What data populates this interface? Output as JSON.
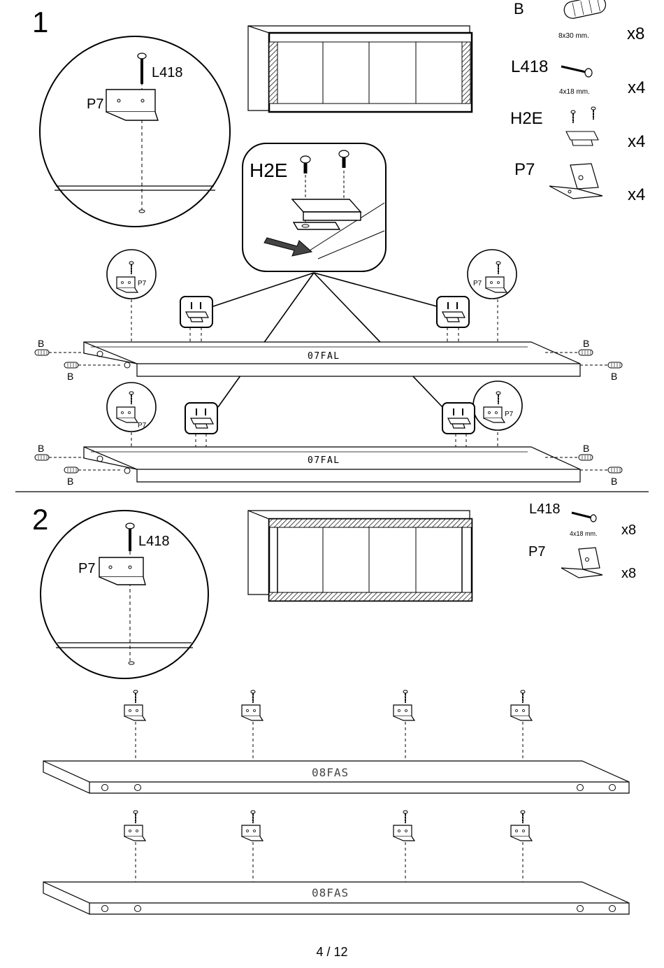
{
  "steps": [
    {
      "number": "1",
      "parts": [
        {
          "code": "B",
          "size": "8x30 mm.",
          "qty": "x8"
        },
        {
          "code": "L418",
          "size": "4x18 mm.",
          "qty": "x4"
        },
        {
          "code": "H2E",
          "size": "",
          "qty": "x4"
        },
        {
          "code": "P7",
          "size": "",
          "qty": "x4"
        }
      ],
      "panel_label": "07FAL",
      "dowel_label": "B",
      "bracket_label": "P7",
      "screw_label": "L418",
      "fitting_label": "H2E"
    },
    {
      "number": "2",
      "parts": [
        {
          "code": "L418",
          "size": "4x18 mm.",
          "qty": "x8"
        },
        {
          "code": "P7",
          "size": "",
          "qty": "x8"
        }
      ],
      "panel_label": "08FAS",
      "bracket_label": "P7",
      "screw_label": "L418"
    }
  ],
  "page_number": "4 / 12"
}
